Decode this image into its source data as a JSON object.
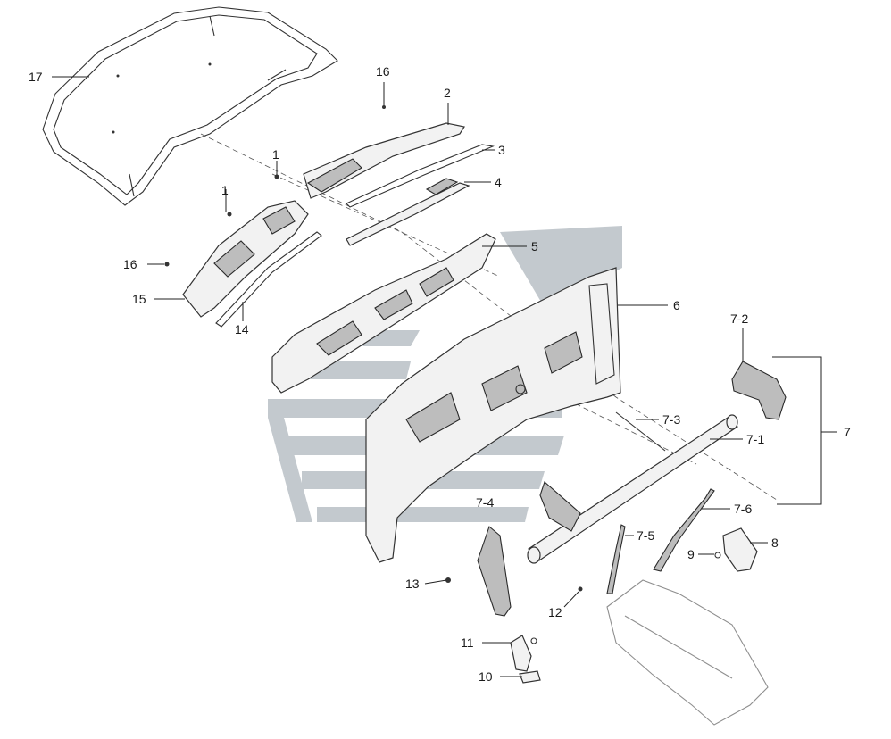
{
  "diagram": {
    "callouts": [
      {
        "id": "c17",
        "text": "17"
      },
      {
        "id": "c16a",
        "text": "16"
      },
      {
        "id": "c2",
        "text": "2"
      },
      {
        "id": "c3",
        "text": "3"
      },
      {
        "id": "c4",
        "text": "4"
      },
      {
        "id": "c1a",
        "text": "1"
      },
      {
        "id": "c1b",
        "text": "1"
      },
      {
        "id": "c5",
        "text": "5"
      },
      {
        "id": "c16b",
        "text": "16"
      },
      {
        "id": "c15",
        "text": "15"
      },
      {
        "id": "c14",
        "text": "14"
      },
      {
        "id": "c6",
        "text": "6"
      },
      {
        "id": "c72",
        "text": "7-2"
      },
      {
        "id": "c7",
        "text": "7"
      },
      {
        "id": "c73",
        "text": "7-3"
      },
      {
        "id": "c71",
        "text": "7-1"
      },
      {
        "id": "c74",
        "text": "7-4"
      },
      {
        "id": "c76",
        "text": "7-6"
      },
      {
        "id": "c75",
        "text": "7-5"
      },
      {
        "id": "c8",
        "text": "8"
      },
      {
        "id": "c9",
        "text": "9"
      },
      {
        "id": "c13",
        "text": "13"
      },
      {
        "id": "c12",
        "text": "12"
      },
      {
        "id": "c11",
        "text": "11"
      },
      {
        "id": "c10",
        "text": "10"
      }
    ]
  },
  "colors": {
    "watermark": "#b9c0c6",
    "line": "#222222",
    "part_fill": "#f2f2f2",
    "part_dark": "#bdbdbd"
  }
}
